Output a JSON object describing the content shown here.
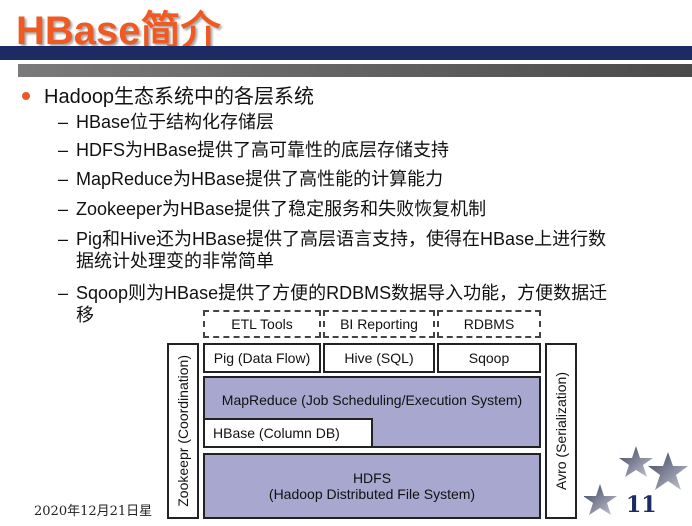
{
  "title": "HBase简介",
  "bullet": "Hadoop生态系统中的各层系统",
  "dash": "–",
  "subs": [
    {
      "line1": "HBase位于结构化存储层",
      "line2": ""
    },
    {
      "line1": "HDFS为HBase提供了高可靠性的底层存储支持",
      "line2": ""
    },
    {
      "line1": "MapReduce为HBase提供了高性能的计算能力",
      "line2": ""
    },
    {
      "line1": "Zookeeper为HBase提供了稳定服务和失败恢复机制",
      "line2": ""
    },
    {
      "line1": "Pig和Hive还为HBase提供了高层语言支持，使得在HBase上进行数",
      "line2": "据统计处理变的非常简单"
    },
    {
      "line1": "Sqoop则为HBase提供了方便的RDBMS数据导入功能，方便数据迁",
      "line2": "移"
    }
  ],
  "diagram": {
    "etl": "ETL Tools",
    "bi": "BI Reporting",
    "rdbms": "RDBMS",
    "pig": "Pig (Data Flow)",
    "hive": "Hive (SQL)",
    "sqoop": "Sqoop",
    "mapreduce": "MapReduce (Job Scheduling/Execution System)",
    "hbase": "HBase (Column DB)",
    "hdfs_line1": "HDFS",
    "hdfs_line2": "(Hadoop Distributed File System)",
    "zookeeper": "Zookeepr (Coordination)",
    "avro": "Avro (Serialization)"
  },
  "footer": {
    "date": "2020年12月21日星",
    "page": "11"
  },
  "colors": {
    "title": "#ef5a23",
    "bar_top": "#1d2b63",
    "lavender": "#a7a7cf"
  }
}
